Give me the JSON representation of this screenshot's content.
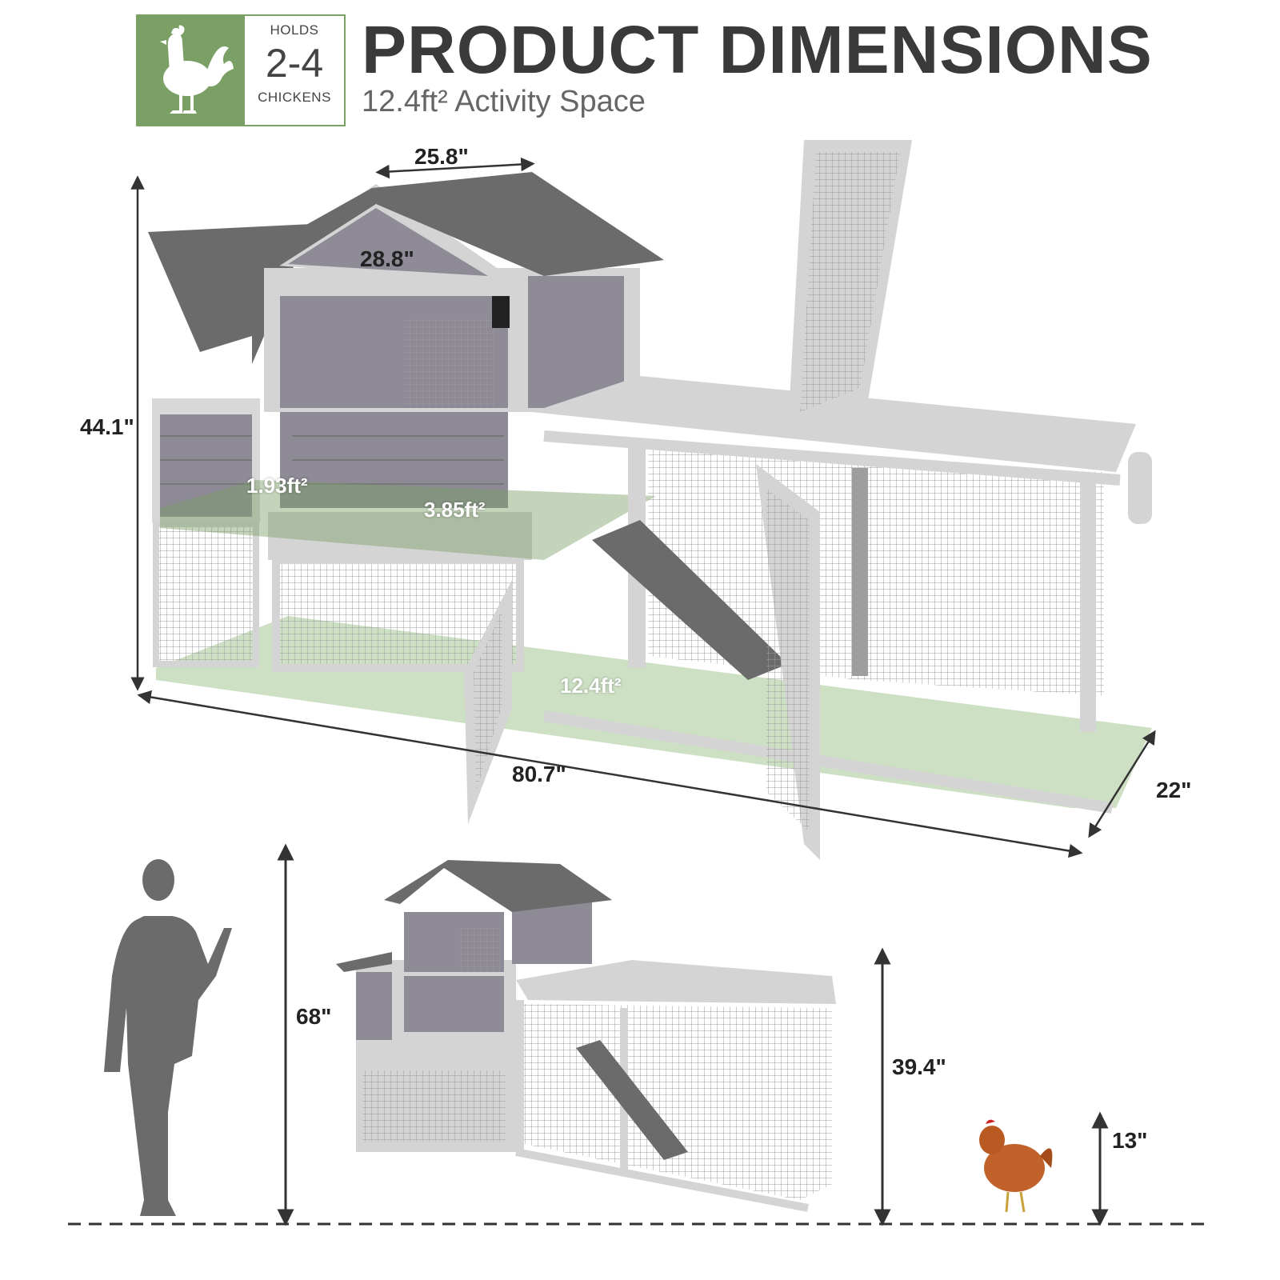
{
  "colors": {
    "accent_green": "#7aa066",
    "roof": "#6b6b6b",
    "wall": "#8e8a96",
    "frame": "#d4d4d4",
    "floor_highlight": "#bcd6b0"
  },
  "badge": {
    "holds_label": "HOLDS",
    "count": "2-4",
    "animal_label": "CHICKENS",
    "icon": "rooster-icon"
  },
  "header": {
    "title": "PRODUCT DIMENSIONS",
    "subtitle": "12.4ft² Activity Space"
  },
  "top_diagram": {
    "roof_width": "25.8\"",
    "house_width": "28.8\"",
    "height": "44.1\"",
    "length": "80.7\"",
    "depth": "22\"",
    "nest_area": "1.93ft²",
    "house_area": "3.85ft²",
    "run_area": "12.4ft²"
  },
  "bottom_diagram": {
    "person_height": "68\"",
    "coop_height": "39.4\"",
    "chicken_height": "13\"",
    "person_icon": "person-silhouette-icon",
    "chicken_icon": "hen-icon"
  }
}
